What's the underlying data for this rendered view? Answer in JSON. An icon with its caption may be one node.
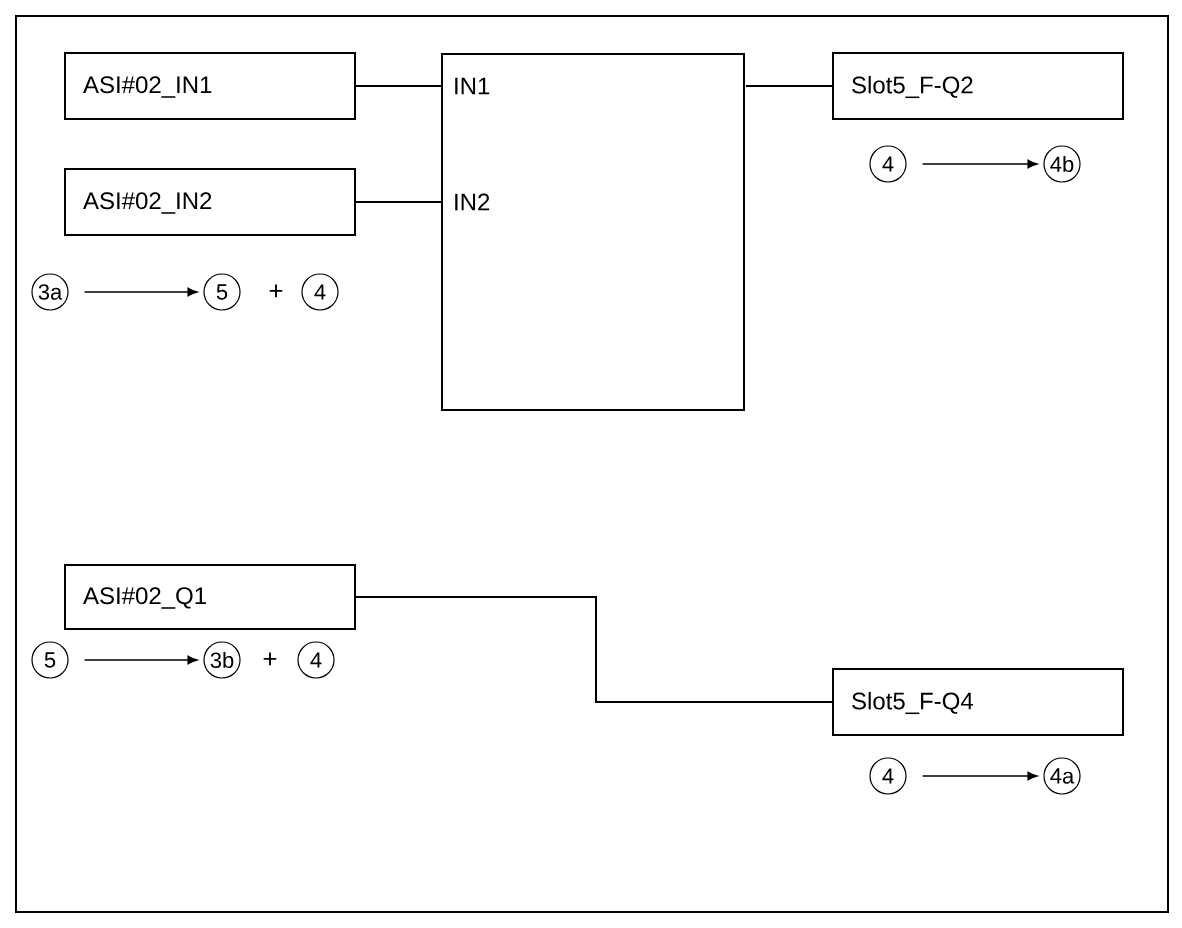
{
  "diagram": {
    "nodes": [
      {
        "text": [
          "ASI#02_IN1"
        ]
      },
      {
        "text": [
          "ASI#02_IN2"
        ]
      },
      {
        "text": [
          "IN1",
          "IN2"
        ]
      },
      {
        "text": [
          "Slot5_F-Q2"
        ]
      },
      {
        "text": [
          "4"
        ]
      },
      {
        "text": [
          "4b"
        ]
      },
      {
        "text": [
          "3a"
        ]
      },
      {
        "text": [
          "5"
        ]
      },
      {
        "text": [
          "4"
        ]
      },
      {
        "text": [
          "ASI#02_Q1"
        ]
      },
      {
        "text": [
          "5"
        ]
      },
      {
        "text": [
          "3b"
        ]
      },
      {
        "text": [
          "4"
        ]
      },
      {
        "text": [
          "Slot5_F-Q4"
        ]
      },
      {
        "text": [
          "4"
        ]
      },
      {
        "text": [
          "4a"
        ]
      }
    ],
    "edges": [
      {
        "from": 0,
        "to": 2,
        "arrow": "none"
      },
      {
        "from": 1,
        "to": 2,
        "arrow": "none"
      },
      {
        "from": 2,
        "to": 3,
        "arrow": "none"
      },
      {
        "from": 4,
        "to": 5,
        "arrow": "to"
      },
      {
        "from": 6,
        "to": 7,
        "arrow": "to"
      },
      {
        "from": 9,
        "to": 13,
        "arrow": "none"
      },
      {
        "from": 10,
        "to": 11,
        "arrow": "to"
      },
      {
        "from": 14,
        "to": 15,
        "arrow": "to"
      }
    ],
    "labels": [
      "+",
      "+"
    ]
  }
}
